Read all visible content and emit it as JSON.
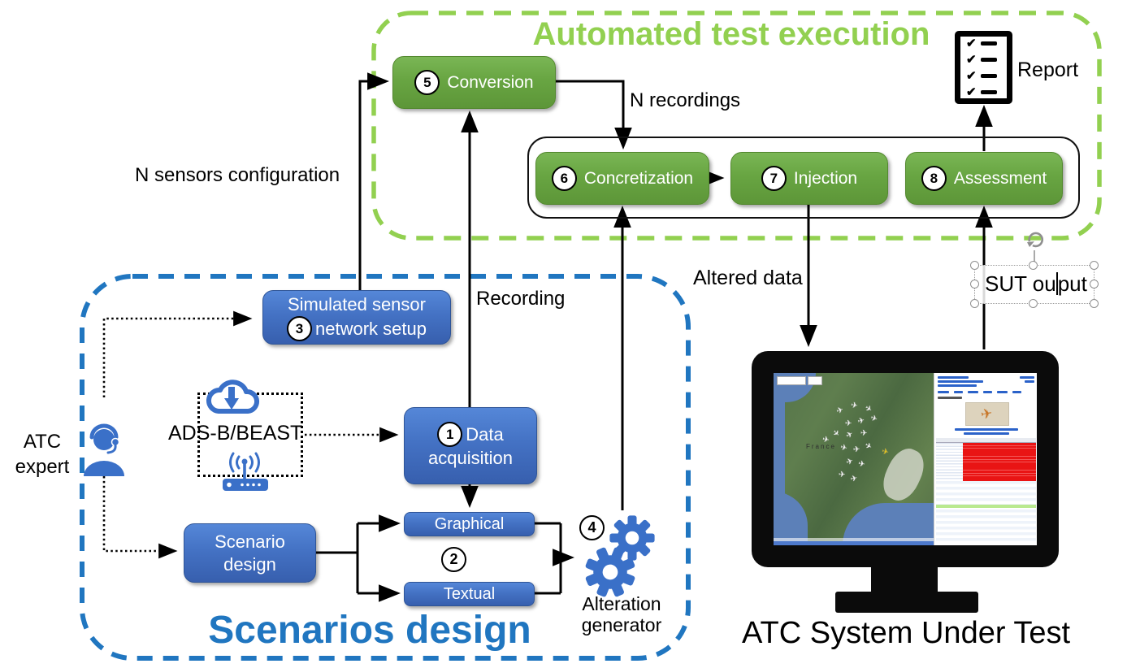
{
  "ate": {
    "title": "Automated test execution",
    "conversion_num": "5",
    "conversion_label": "Conversion",
    "concretization_num": "6",
    "concretization_label": "Concretization",
    "injection_num": "7",
    "injection_label": "Injection",
    "assessment_num": "8",
    "assessment_label": "Assessment",
    "report_label": "Report",
    "n_recordings": "N recordings"
  },
  "sd": {
    "title": "Scenarios design",
    "sim_num": "3",
    "sim_line1": "Simulated sensor",
    "sim_line2": "network setup",
    "da_num": "1",
    "da_line1": "Data",
    "da_line2": "acquisition",
    "scen_line1": "Scenario",
    "scen_line2": "design",
    "graphical_label": "Graphical",
    "textual_label": "Textual",
    "branch_num": "2",
    "alt_num": "4",
    "alt_line1": "Alteration",
    "alt_line2": "generator",
    "adsb_label": "ADS-B/BEAST"
  },
  "labels": {
    "n_sensors": "N sensors configuration",
    "recording": "Recording",
    "altered_data": "Altered data",
    "sut_before_caret": "SUT ou",
    "sut_after_caret": "put",
    "atc_expert_line1": "ATC",
    "atc_expert_line2": "expert",
    "atc_sut_caption": "ATC System Under Test",
    "map_country": "France"
  },
  "colors": {
    "green_accent": "#92d050",
    "blue_accent": "#2076c0",
    "icon_blue": "#3a70c8",
    "alert_red": "#e91414",
    "ok_green": "#b9e98f"
  }
}
